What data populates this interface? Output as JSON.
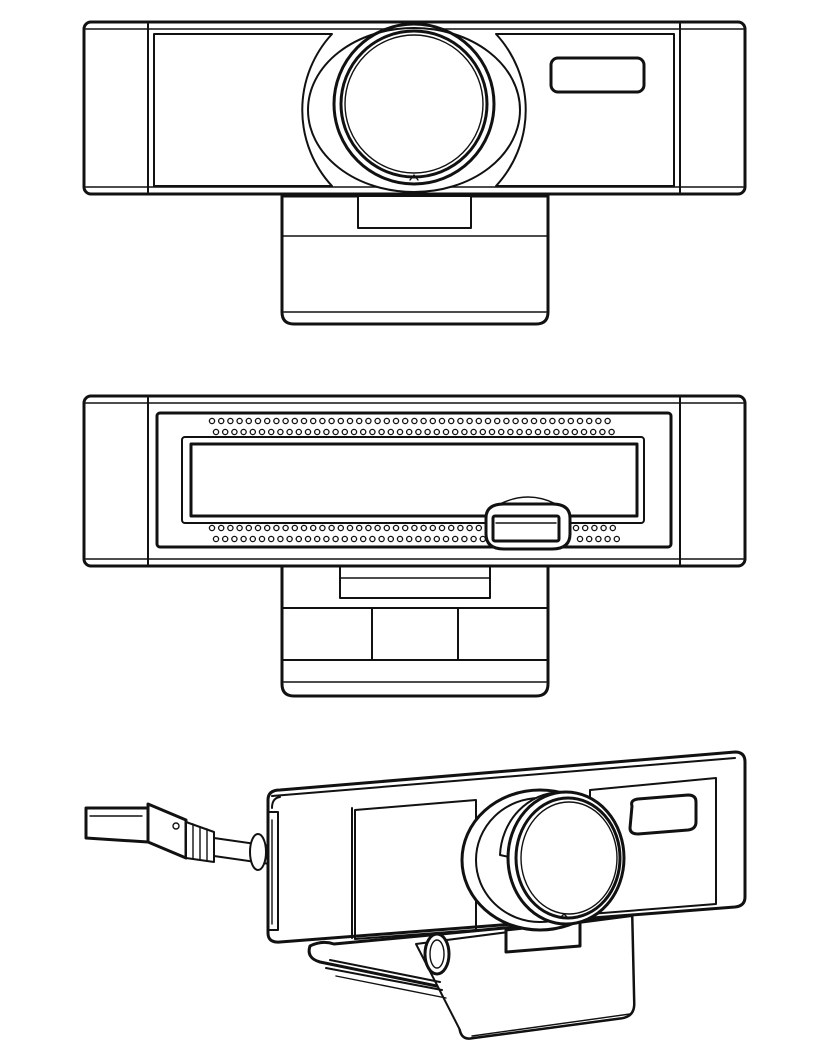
{
  "figure": {
    "views": [
      {
        "id": "front",
        "icons": [
          "lens-icon",
          "privacy-window-icon",
          "mount-clip-icon"
        ]
      },
      {
        "id": "back",
        "icons": [
          "speaker-grille-icon",
          "usb-port-icon",
          "mount-clip-icon"
        ]
      },
      {
        "id": "perspective",
        "icons": [
          "lens-icon",
          "usb-cable-icon",
          "mount-hinge-icon"
        ]
      }
    ],
    "colors": {
      "line": "#111111",
      "background": "#ffffff"
    }
  }
}
